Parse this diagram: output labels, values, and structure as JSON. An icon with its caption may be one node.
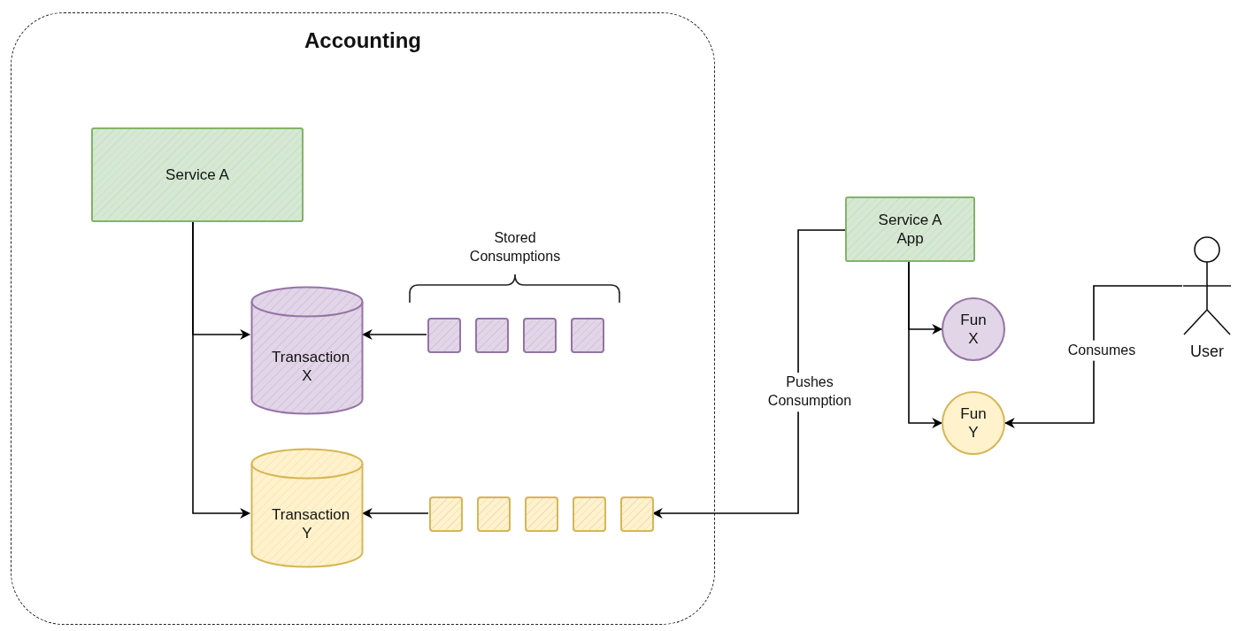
{
  "diagram": {
    "nodes": [
      {
        "text": [
          "Accounting"
        ]
      },
      {
        "text": [
          "Service A"
        ],
        "in": 0
      },
      {
        "text": [
          "Transaction X"
        ],
        "in": 0
      },
      {
        "text": [
          "Transaction Y"
        ],
        "in": 0
      },
      {
        "text": [],
        "shape": "box",
        "in": 0
      },
      {
        "text": [],
        "shape": "box",
        "in": 0
      },
      {
        "text": [],
        "shape": "box",
        "in": 0
      },
      {
        "text": [],
        "shape": "box",
        "in": 0
      },
      {
        "text": [],
        "shape": "box",
        "in": 0
      },
      {
        "text": [],
        "shape": "box",
        "in": 0
      },
      {
        "text": [],
        "shape": "box",
        "in": 0
      },
      {
        "text": [],
        "shape": "box",
        "in": 0
      },
      {
        "text": [],
        "shape": "box",
        "in": 0
      },
      {
        "text": [
          "Service A App"
        ]
      },
      {
        "text": [
          "Fun X"
        ]
      },
      {
        "text": [
          "Fun Y"
        ]
      },
      {
        "text": [
          "User"
        ]
      }
    ],
    "edges": [
      {
        "from": 1,
        "to": 2,
        "arrow": "to"
      },
      {
        "from": 1,
        "to": 3,
        "arrow": "to"
      },
      {
        "from": 4,
        "to": 2,
        "arrow": "to"
      },
      {
        "from": 8,
        "to": 3,
        "arrow": "to"
      },
      {
        "from": 13,
        "to": 12,
        "arrow": "to",
        "label": "Pushes Consumption"
      },
      {
        "from": 13,
        "to": 14,
        "arrow": "to"
      },
      {
        "from": 13,
        "to": 15,
        "arrow": "to"
      },
      {
        "from": 16,
        "to": 15,
        "arrow": "to",
        "label": "Consumes"
      }
    ],
    "labels": [
      "Stored Consumptions"
    ]
  }
}
